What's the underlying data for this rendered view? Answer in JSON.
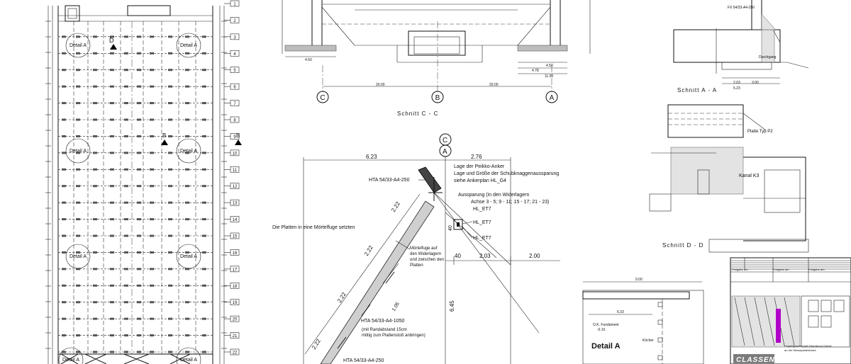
{
  "plan": {
    "axis_numbers": [
      "1",
      "2",
      "3",
      "4",
      "5",
      "6",
      "7",
      "8",
      "9",
      "10",
      "11",
      "12",
      "13",
      "14",
      "15",
      "16",
      "17",
      "18",
      "19",
      "20",
      "21",
      "22"
    ],
    "detail_labels": [
      "Detail A",
      "Detail A",
      "Detail A",
      "Detail A",
      "Detail A",
      "Detail A",
      "Detail A",
      "Detail A"
    ],
    "marker_d": "D",
    "marker_b": "B"
  },
  "section_cc": {
    "axis_labels": [
      "C",
      "B",
      "A"
    ],
    "title": "Schnitt C - C",
    "dims": [
      "4.50",
      "20.00",
      "20.00",
      "11.00",
      "4.78",
      "4.50"
    ]
  },
  "section_aa": {
    "title": "Schnitt A - A",
    "plate_label": "FX 54/33-A4-250",
    "durchgang": "Durchgang",
    "dims": [
      "2.03",
      "5.23",
      "3.00"
    ]
  },
  "section_dd": {
    "title": "Schnitt D - D",
    "plate_label": "Platte Typ P2",
    "kanal_label": "Kanal K3"
  },
  "detail_a": {
    "axis_c": "C",
    "axis_a": "A",
    "dim_left": "6.23",
    "dim_right": "2.76",
    "anker_lines": [
      "Lage der Peikko-Anker",
      "Lage und Größe der Schubknaggenaussparung",
      "siehe Ankerplan HL_G4"
    ],
    "hta_top": "HTA 54/33-A4-250",
    "aussparung_lines": [
      "Aussparung (in den Widerlagern",
      "Achse 3 - 5; 9 - 11; 15 - 17; 21 - 23)"
    ],
    "hl_et7": [
      "HL_ET7",
      "HL_ET7",
      "HL_ET7"
    ],
    "moertel_text": "Die Platten in eine Mörtelfuge setzten",
    "moertel_note": [
      "Mörtelfuge auf",
      "den Widerlagern",
      "und zwischen den",
      "Platten"
    ],
    "slope_dims": [
      "2.22",
      "2.22",
      "2.22",
      "2.22"
    ],
    "dim_105": "1.05",
    "dims_bottom": [
      "40",
      "2.03",
      "2.00"
    ],
    "dim_40v": "40",
    "dim_645": "6.45",
    "hta_mid": "HTA 54/33-A4-1050",
    "hta_mid_note": [
      "(mit Randabstand 15cm",
      "mittig zum Plattenstoß anbringen)"
    ],
    "hta_bottom": "HTA 54/33-A4-250"
  },
  "detail_a2": {
    "title": "Detail A",
    "dims": [
      "9.00",
      "6.33"
    ],
    "fundament": [
      "O.K. Fundament",
      "-0.10"
    ],
    "koecher": "Köcher"
  },
  "title_block": {
    "freigabe": [
      "Freigabe am:",
      "Freigabe am:",
      "Freigabe am:"
    ],
    "company": [
      "Projektgesellschaft Fibertbond GmbH",
      "an der Messeplatzbrücke"
    ],
    "logo": "CLASSEN"
  }
}
